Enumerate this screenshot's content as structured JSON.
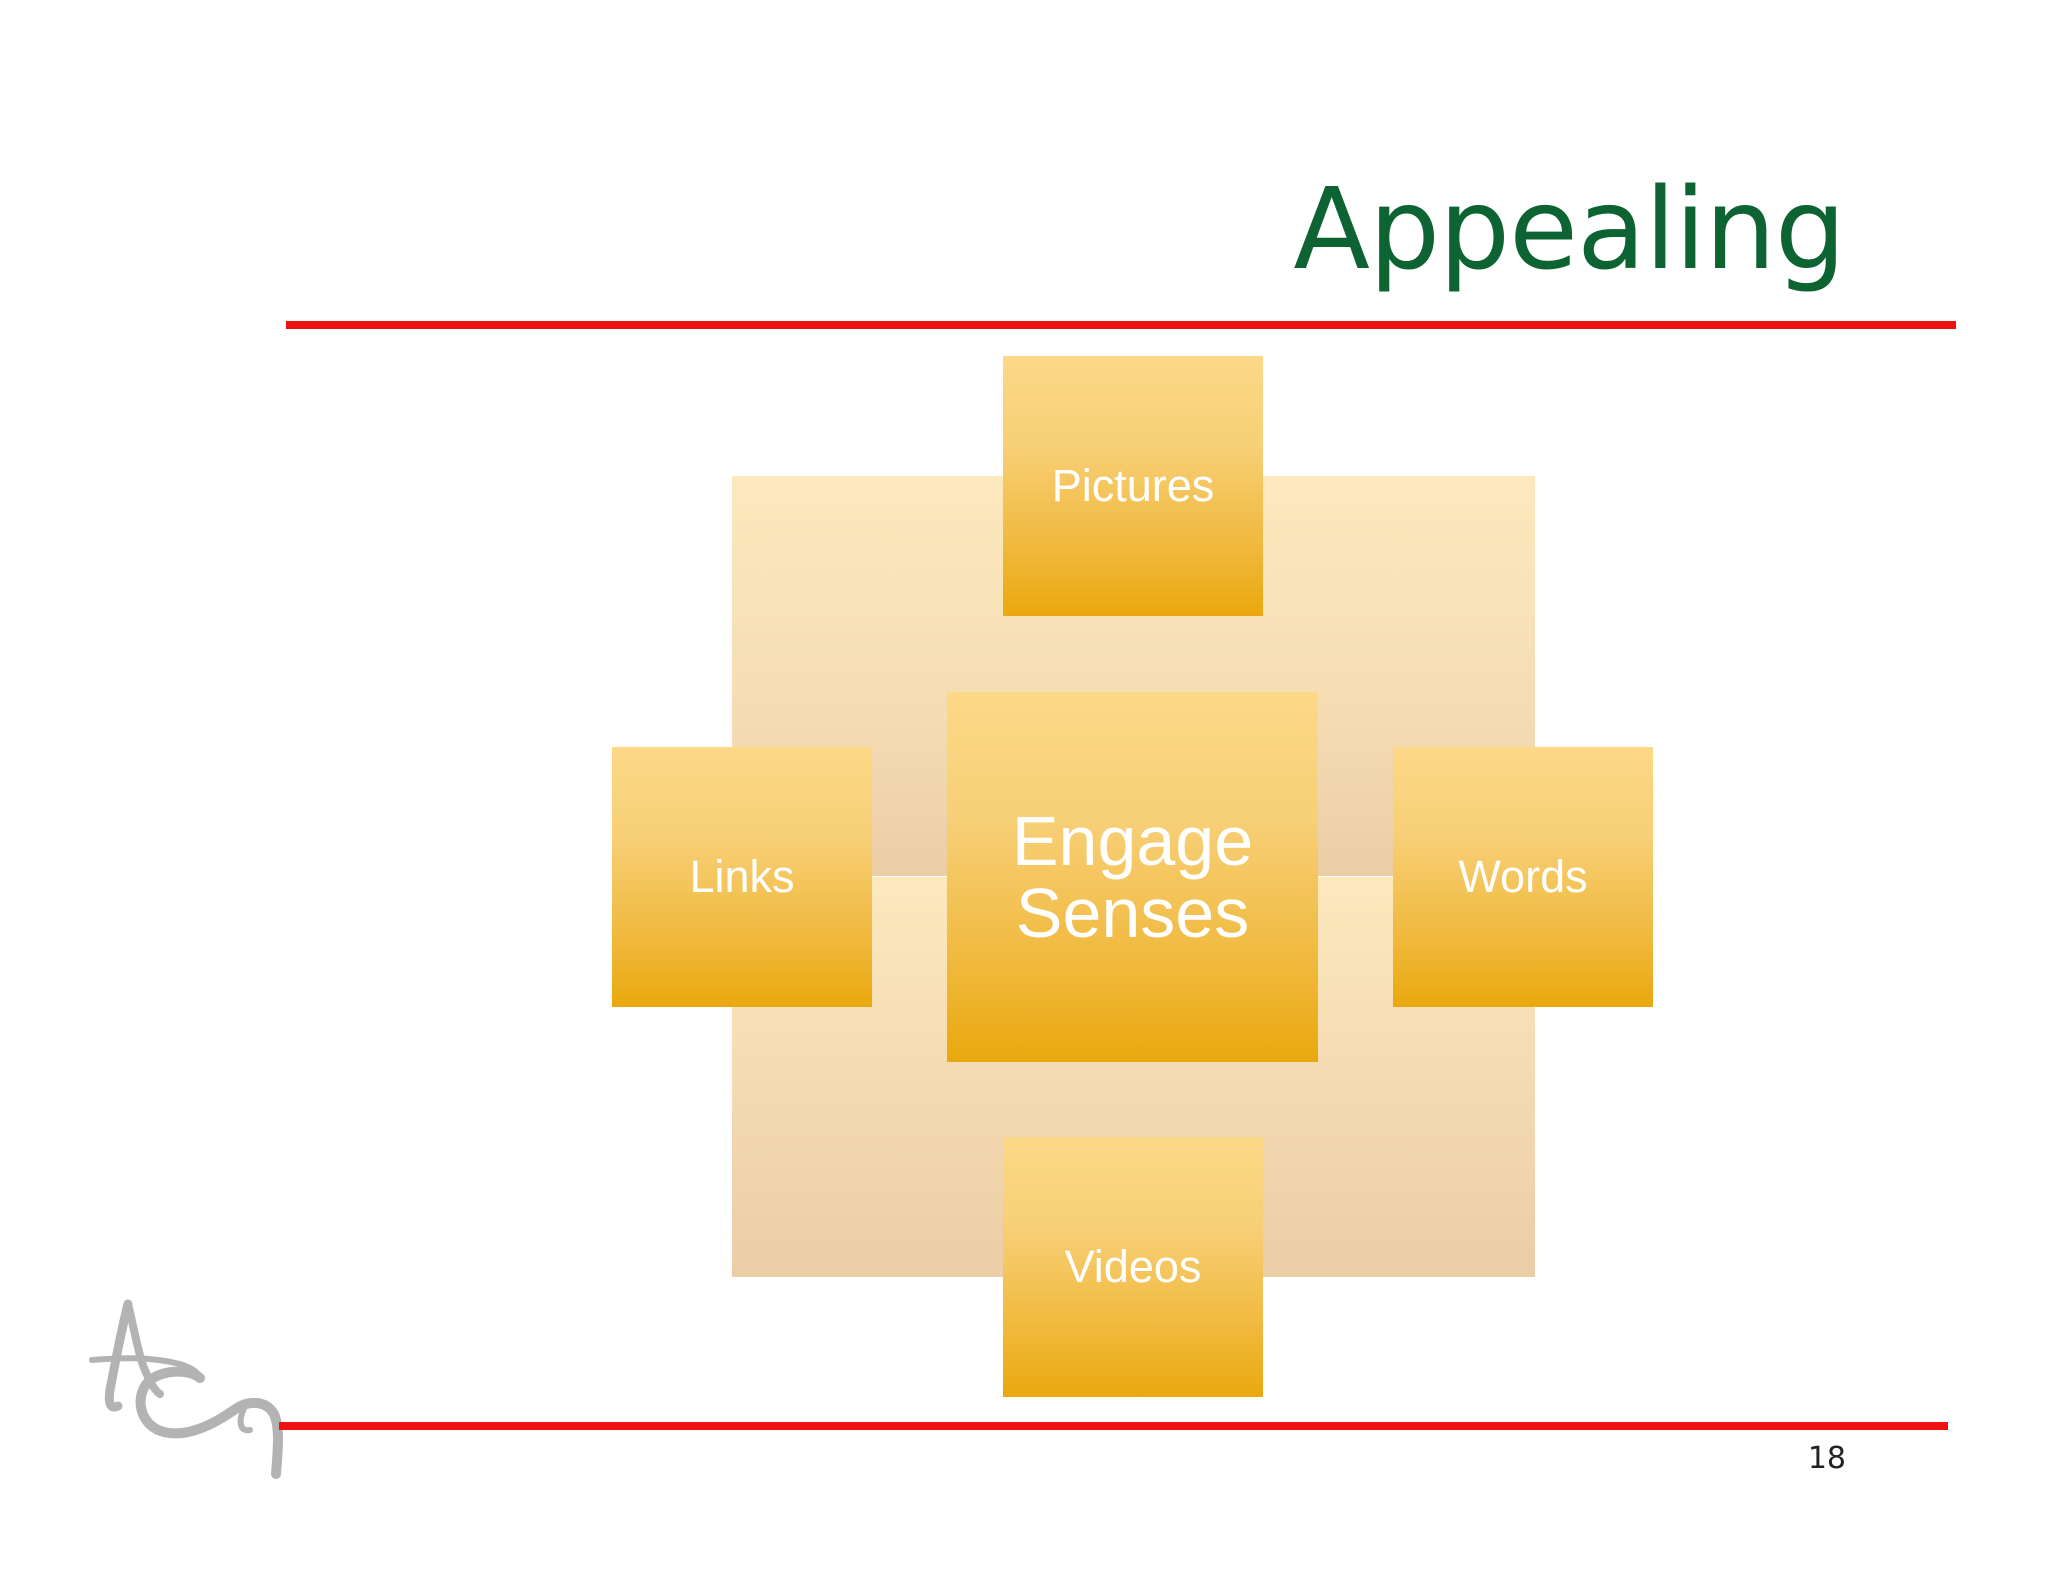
{
  "slide": {
    "title": "Appealing",
    "page_number": "18"
  },
  "diagram": {
    "center": "Engage Senses",
    "nodes": {
      "top": "Pictures",
      "left": "Links",
      "right": "Words",
      "bottom": "Videos"
    }
  },
  "colors": {
    "title": "#0d6332",
    "rule": "#ee1111",
    "node_light": "#fcd987",
    "node_dark": "#e9a80e",
    "backdrop": "#fde9bd",
    "logo": "#b3b3b3"
  },
  "logo": {
    "text": "AG",
    "icon": "signature-logo-icon"
  }
}
